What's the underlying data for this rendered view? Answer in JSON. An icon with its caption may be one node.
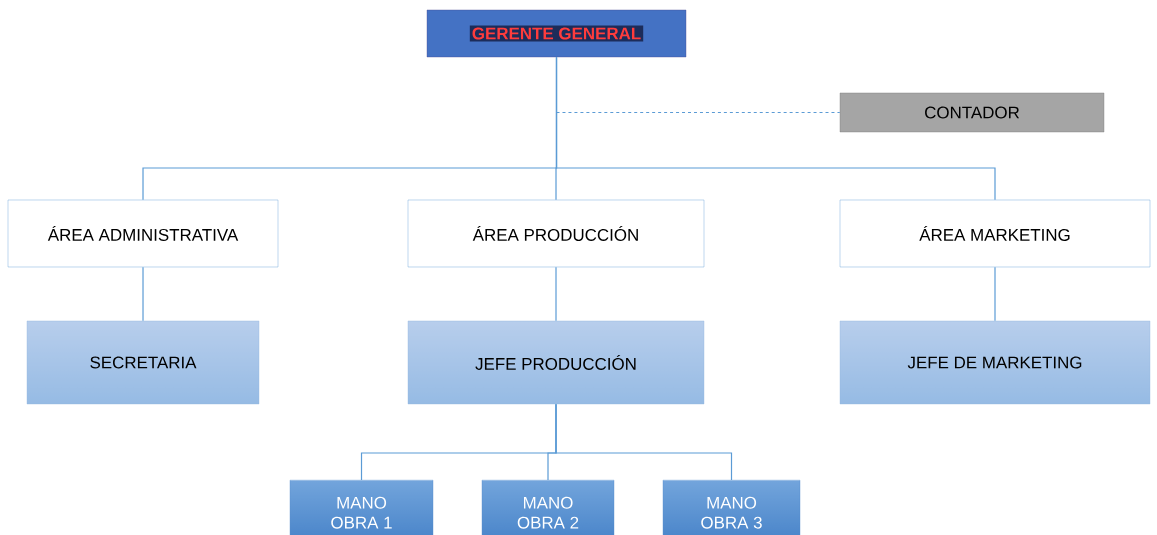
{
  "diagram": {
    "nodes": [
      {
        "text": [
          "GERENTE GENERAL"
        ]
      },
      {
        "text": [
          "CONTADOR"
        ]
      },
      {
        "text": [
          "ÁREA ADMINISTRATIVA"
        ]
      },
      {
        "text": [
          "ÁREA PRODUCCIÓN"
        ]
      },
      {
        "text": [
          "ÁREA MARKETING"
        ]
      },
      {
        "text": [
          "SECRETARIA"
        ]
      },
      {
        "text": [
          "JEFE PRODUCCIÓN"
        ]
      },
      {
        "text": [
          "JEFE DE MARKETING"
        ]
      },
      {
        "text": [
          "MANO OBRA 1"
        ]
      },
      {
        "text": [
          "MANO OBRA 2"
        ]
      },
      {
        "text": [
          "MANO OBRA 3"
        ]
      }
    ],
    "edges": [
      {
        "from": 0,
        "to": 1,
        "arrow": "none",
        "style": "dashed"
      },
      {
        "from": 0,
        "to": 2,
        "arrow": "none"
      },
      {
        "from": 0,
        "to": 3,
        "arrow": "none"
      },
      {
        "from": 0,
        "to": 4,
        "arrow": "none"
      },
      {
        "from": 2,
        "to": 5,
        "arrow": "none"
      },
      {
        "from": 3,
        "to": 6,
        "arrow": "none"
      },
      {
        "from": 4,
        "to": 7,
        "arrow": "none"
      },
      {
        "from": 6,
        "to": 8,
        "arrow": "none"
      },
      {
        "from": 6,
        "to": 9,
        "arrow": "none"
      },
      {
        "from": 6,
        "to": 10,
        "arrow": "none"
      }
    ]
  }
}
